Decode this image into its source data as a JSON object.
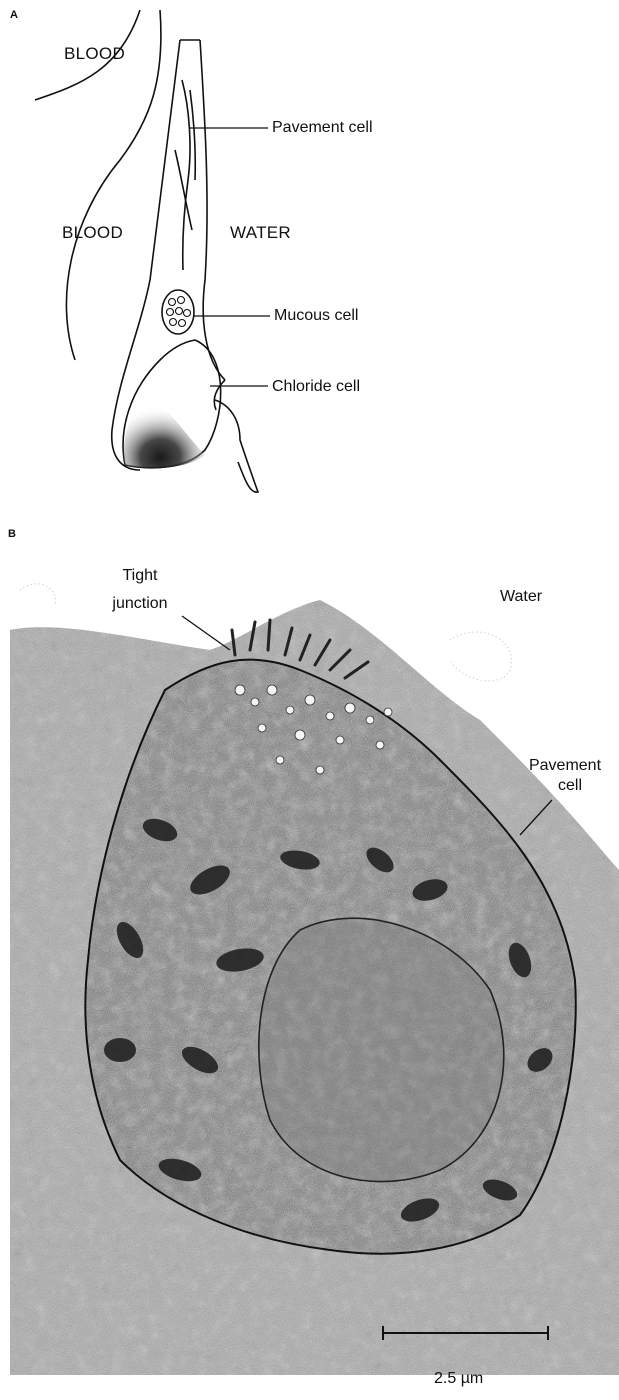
{
  "panel_a": {
    "letter": "A",
    "labels": {
      "blood_top": "BLOOD",
      "blood_left": "BLOOD",
      "water": "WATER",
      "pavement_cell": "Pavement cell",
      "mucous_cell": "Mucous cell",
      "chloride_cell": "Chloride cell"
    }
  },
  "panel_b": {
    "letter": "B",
    "labels": {
      "tight_junction_line1": "Tight",
      "tight_junction_line2": "junction",
      "water": "Water",
      "pavement_cell_line1": "Pavement",
      "pavement_cell_line2": "cell"
    },
    "scale_bar": {
      "label": "2.5 µm"
    }
  }
}
